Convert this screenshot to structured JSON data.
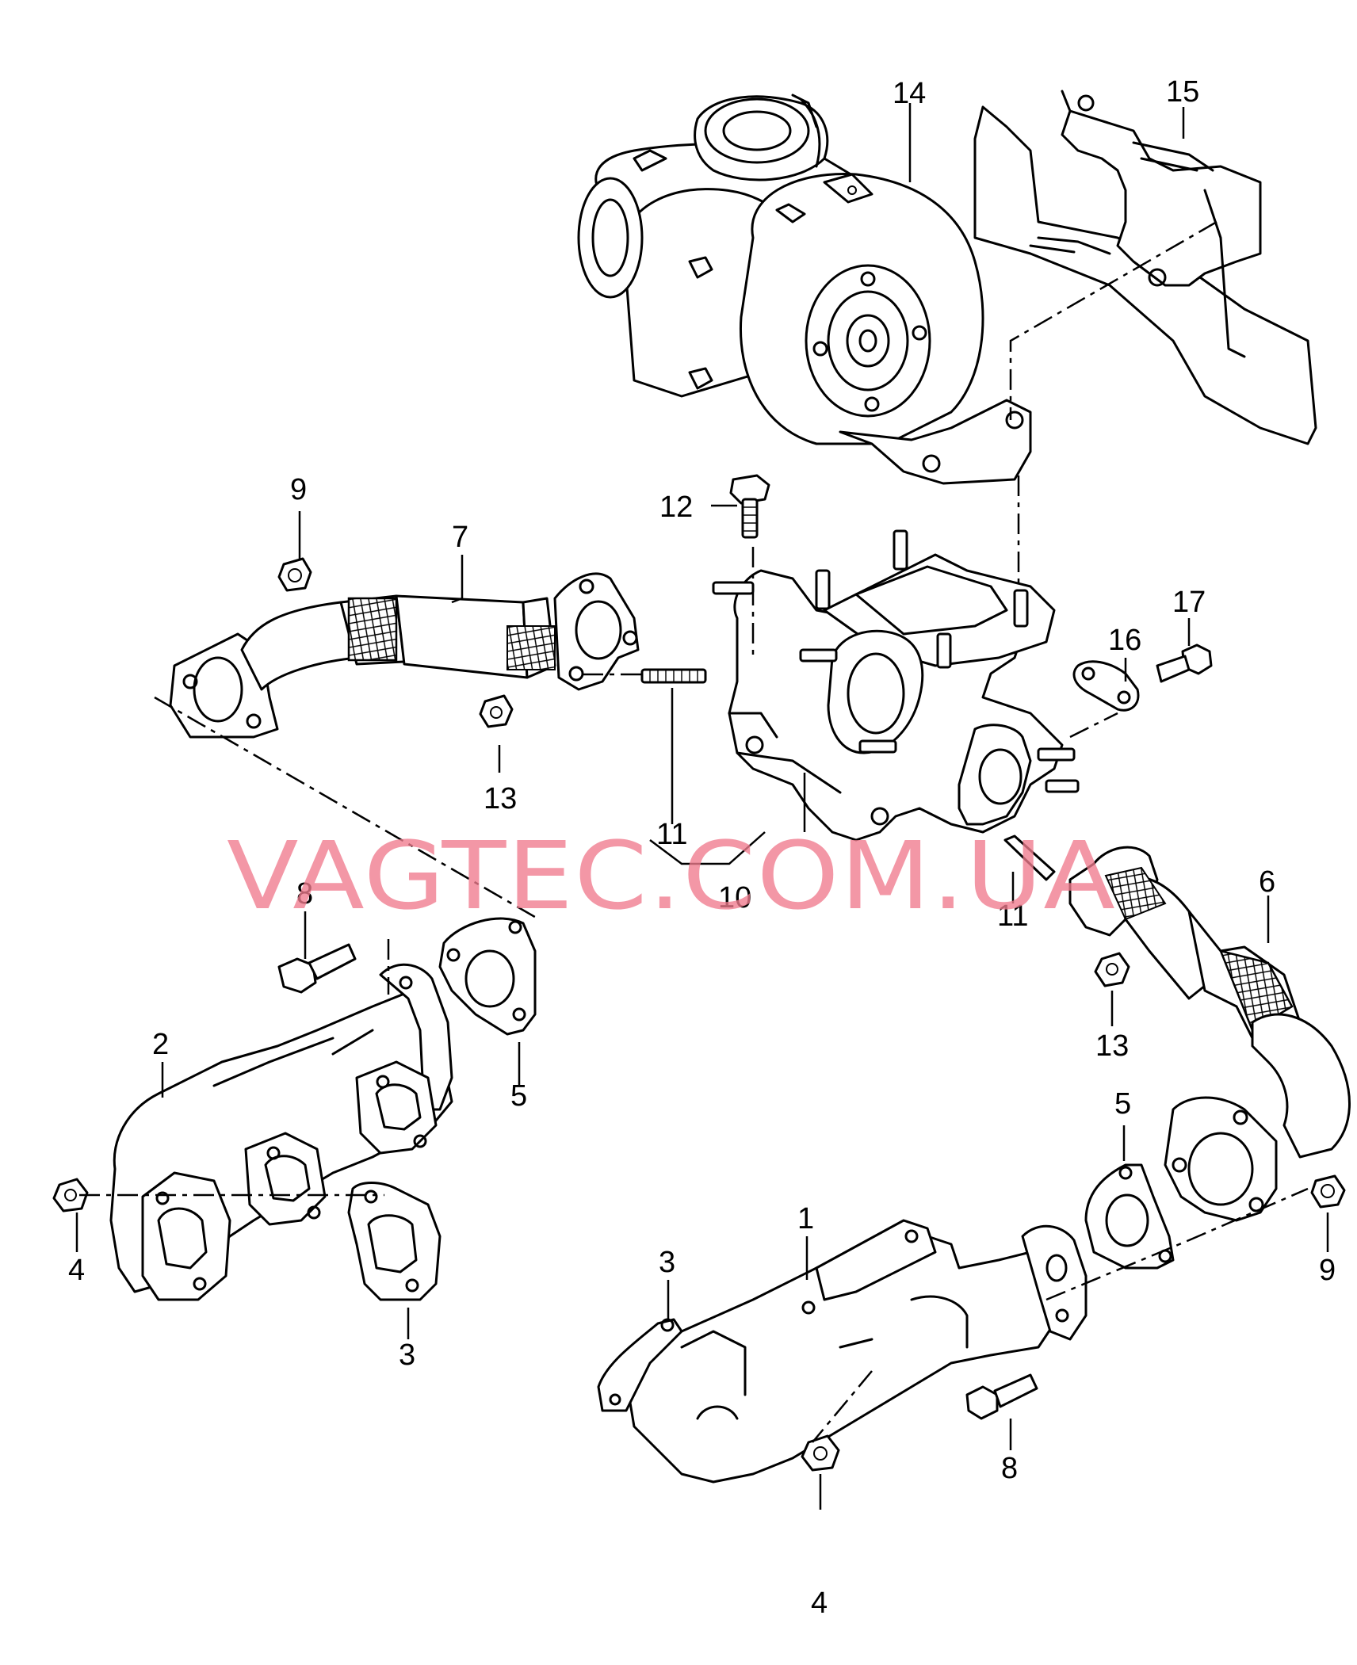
{
  "watermark": "VAGTEC.COM.UA",
  "callouts": {
    "c1": "1",
    "c2": "2",
    "c3_left": "3",
    "c3_right": "3",
    "c4_left": "4",
    "c4_bottom": "4",
    "c5_left": "5",
    "c5_right": "5",
    "c6": "6",
    "c7": "7",
    "c8_left": "8",
    "c8_right": "8",
    "c9_left": "9",
    "c9_right": "9",
    "c10": "10",
    "c11_left": "11",
    "c11_right": "11",
    "c12": "12",
    "c13_left": "13",
    "c13_right": "13",
    "c14": "14",
    "c15": "15",
    "c16": "16",
    "c17": "17"
  },
  "colors": {
    "line": "#000000",
    "watermark": "#f07b8e",
    "background": "#ffffff"
  }
}
